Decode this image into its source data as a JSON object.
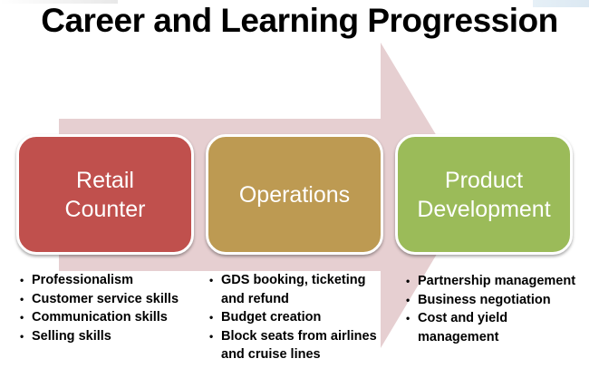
{
  "title": "Career and Learning Progression",
  "colors": {
    "arrow": "#e6cfd1",
    "stage1": "#c0504d",
    "stage2": "#bd9a52",
    "stage3": "#9bbb59"
  },
  "stages": [
    {
      "label": "Retail Counter",
      "label_lines": [
        "Retail",
        "Counter"
      ],
      "items": [
        "Professionalism",
        "Customer service skills",
        "Communication skills",
        "Selling skills"
      ]
    },
    {
      "label": "Operations",
      "label_lines": [
        "Operations"
      ],
      "items": [
        "GDS booking, ticketing and refund",
        "Budget creation",
        "Block seats from airlines and cruise lines"
      ]
    },
    {
      "label": "Product Development",
      "label_lines": [
        "Product",
        "Development"
      ],
      "items": [
        "Partnership management",
        "Business negotiation",
        "Cost and yield management"
      ]
    }
  ]
}
